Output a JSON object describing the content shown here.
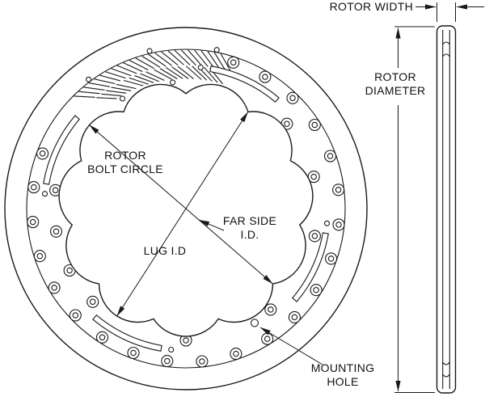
{
  "colors": {
    "ink": "#1a1a1a",
    "paper": "#ffffff"
  },
  "front_view": {
    "labels": {
      "rotor_bolt_circle": {
        "line1": "ROTOR",
        "line2": "BOLT CIRCLE"
      },
      "far_side_id": {
        "line1": "FAR SIDE",
        "line2": "I.D."
      },
      "lug_id": {
        "line1": "LUG I.D"
      },
      "mounting_hole": {
        "line1": "MOUNTING",
        "line2": "HOLE"
      }
    }
  },
  "side_view": {
    "labels": {
      "rotor_width": "ROTOR WIDTH",
      "rotor_diameter": {
        "line1": "ROTOR",
        "line2": "DIAMETER"
      }
    }
  }
}
